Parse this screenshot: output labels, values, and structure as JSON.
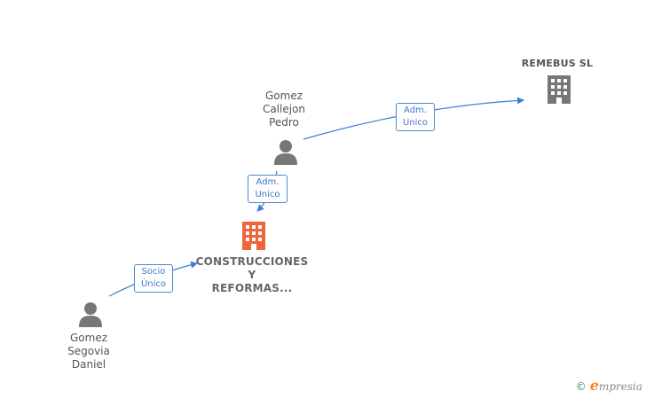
{
  "nodes": {
    "remebus": {
      "label": "REMEBUS SL",
      "type": "company"
    },
    "gomez_callejon": {
      "label_lines": [
        "Gomez",
        "Callejon",
        "Pedro"
      ],
      "type": "person"
    },
    "construcciones": {
      "label_lines": [
        "CONSTRUCCIONES",
        "Y",
        "REFORMAS..."
      ],
      "type": "company",
      "highlighted": true
    },
    "gomez_segovia": {
      "label_lines": [
        "Gomez",
        "Segovia",
        "Daniel"
      ],
      "type": "person"
    }
  },
  "edges": [
    {
      "from": "gomez_callejon",
      "to": "remebus",
      "label_lines": [
        "Adm.",
        "Unico"
      ]
    },
    {
      "from": "gomez_callejon",
      "to": "construcciones",
      "label_lines": [
        "Adm.",
        "Unico"
      ]
    },
    {
      "from": "gomez_segovia",
      "to": "construcciones",
      "label_lines": [
        "Socio",
        "Único"
      ]
    }
  ],
  "colors": {
    "edge": "#3d7fd6",
    "person_icon": "#777777",
    "company_icon": "#777777",
    "highlight_icon": "#f0643c"
  },
  "brand": {
    "copyright": "©",
    "initial": "e",
    "rest": "mpresia"
  }
}
